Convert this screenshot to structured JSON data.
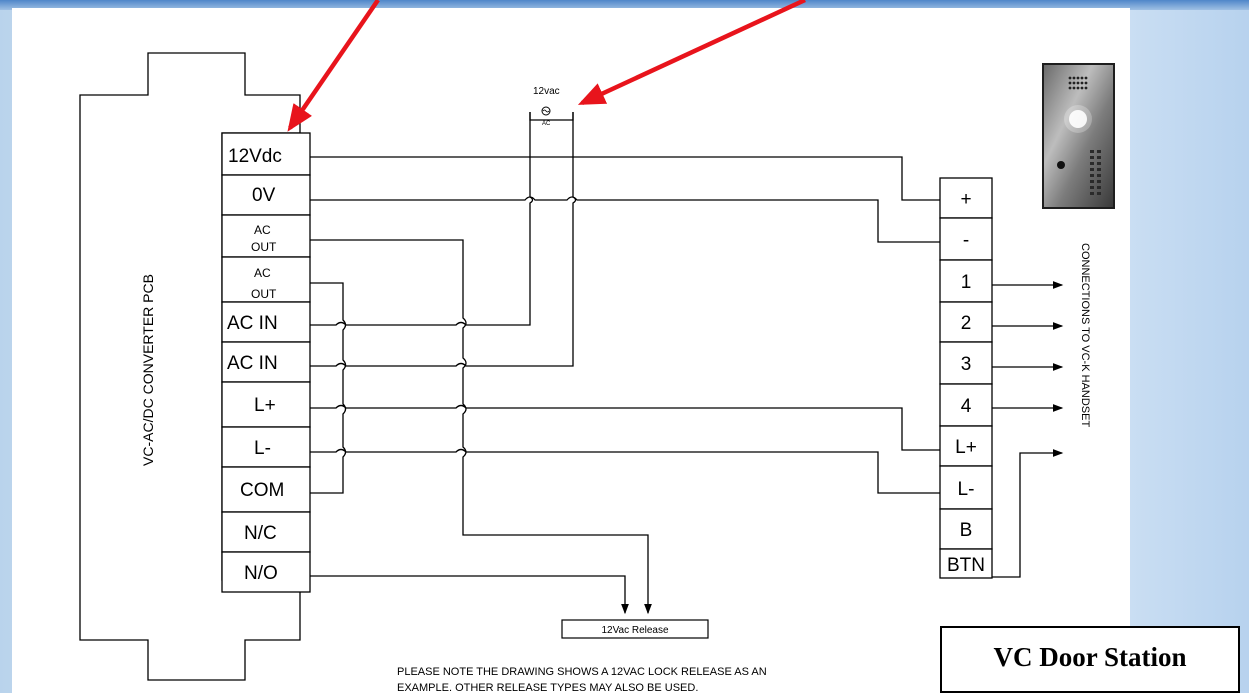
{
  "pcb": {
    "label": "VC-AC/DC CONVERTER PCB",
    "terminals": [
      {
        "label": "12Vdc",
        "size": "large"
      },
      {
        "label": "0V",
        "size": "large"
      },
      {
        "line1": "AC",
        "line2": "OUT",
        "size": "small"
      },
      {
        "line1": "AC",
        "line2": "OUT",
        "size": "small"
      },
      {
        "label": "AC IN",
        "size": "large"
      },
      {
        "label": "AC IN",
        "size": "large"
      },
      {
        "label": "L+",
        "size": "large"
      },
      {
        "label": "L-",
        "size": "large"
      },
      {
        "label": "COM",
        "size": "large"
      },
      {
        "label": "N/C",
        "size": "large"
      },
      {
        "label": "N/O",
        "size": "large"
      }
    ]
  },
  "transformer": {
    "label": "12vac",
    "symbol_label": "AC"
  },
  "station_terminals": [
    "+",
    "-",
    "1",
    "2",
    "3",
    "4",
    "L+",
    "L-",
    "B",
    "BTN"
  ],
  "side_label": "CONNECTIONS TO VC-K HANDSET",
  "release": {
    "label": "12Vac Release"
  },
  "note": {
    "line1": "PLEASE NOTE THE DRAWING SHOWS A 12VAC LOCK RELEASE AS AN",
    "line2": "EXAMPLE. OTHER RELEASE TYPES MAY ALSO BE USED."
  },
  "caption": "VC Door Station",
  "colors": {
    "arrow": "#e8141c",
    "background_blue": "#b9d3ec"
  }
}
